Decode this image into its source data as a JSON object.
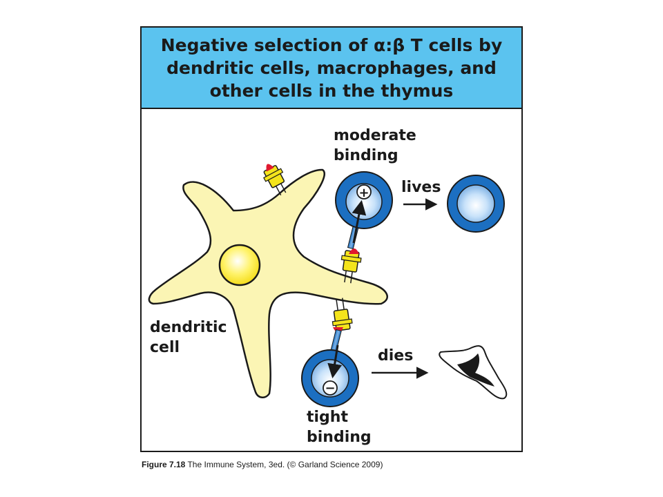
{
  "title": {
    "line1_prefix": "Negative selection of ",
    "line1_greek": "α:β",
    "line1_suffix": " T cells by",
    "line2": "dendritic cells, macrophages, and",
    "line3": "other cells in the thymus"
  },
  "labels": {
    "moderate": "moderate",
    "binding_top": "binding",
    "lives": "lives",
    "dendritic": "dendritic",
    "cell": "cell",
    "dies": "dies",
    "tight": "tight",
    "binding_bottom": "binding"
  },
  "signs": {
    "plus": "+",
    "minus": "−"
  },
  "caption": {
    "figure": "Figure 7.18",
    "text": " The Immune System, 3ed. (© Garland Science 2009)"
  },
  "colors": {
    "title_band": "#5bc3ef",
    "dendritic_cell": "#fbf5b4",
    "nucleus": "#fff24a",
    "t_cell_outer": "#1c6fc1",
    "t_cell_inner": "#cfe6fb",
    "mhc_molecule": "#f4e41c",
    "peptide": "#e0192f"
  }
}
